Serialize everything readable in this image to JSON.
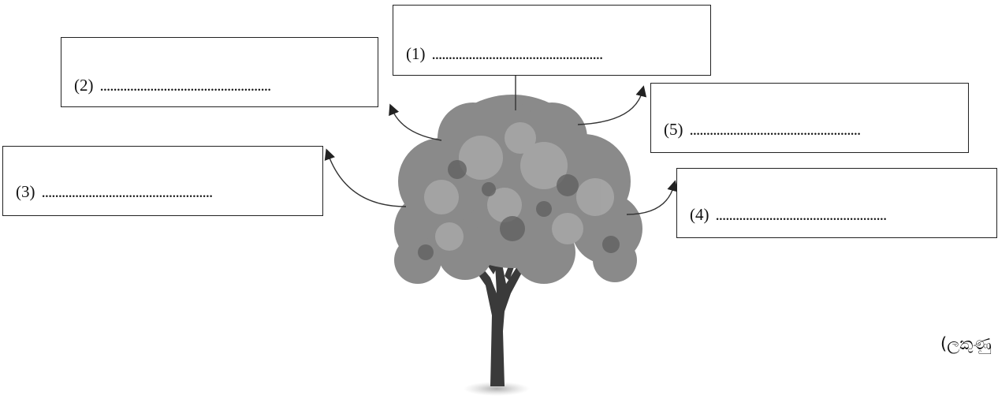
{
  "labels": [
    {
      "id": "1",
      "number": "(1)",
      "blank": "..................................................."
    },
    {
      "id": "2",
      "number": "(2)",
      "blank": "..................................................."
    },
    {
      "id": "3",
      "number": "(3)",
      "blank": "..................................................."
    },
    {
      "id": "4",
      "number": "(4)",
      "blank": "..................................................."
    },
    {
      "id": "5",
      "number": "(5)",
      "blank": "..................................................."
    }
  ],
  "marks_text": "(ලකුණු",
  "image": {
    "subject": "tree-illustration",
    "tone": "#6e6e6e"
  }
}
